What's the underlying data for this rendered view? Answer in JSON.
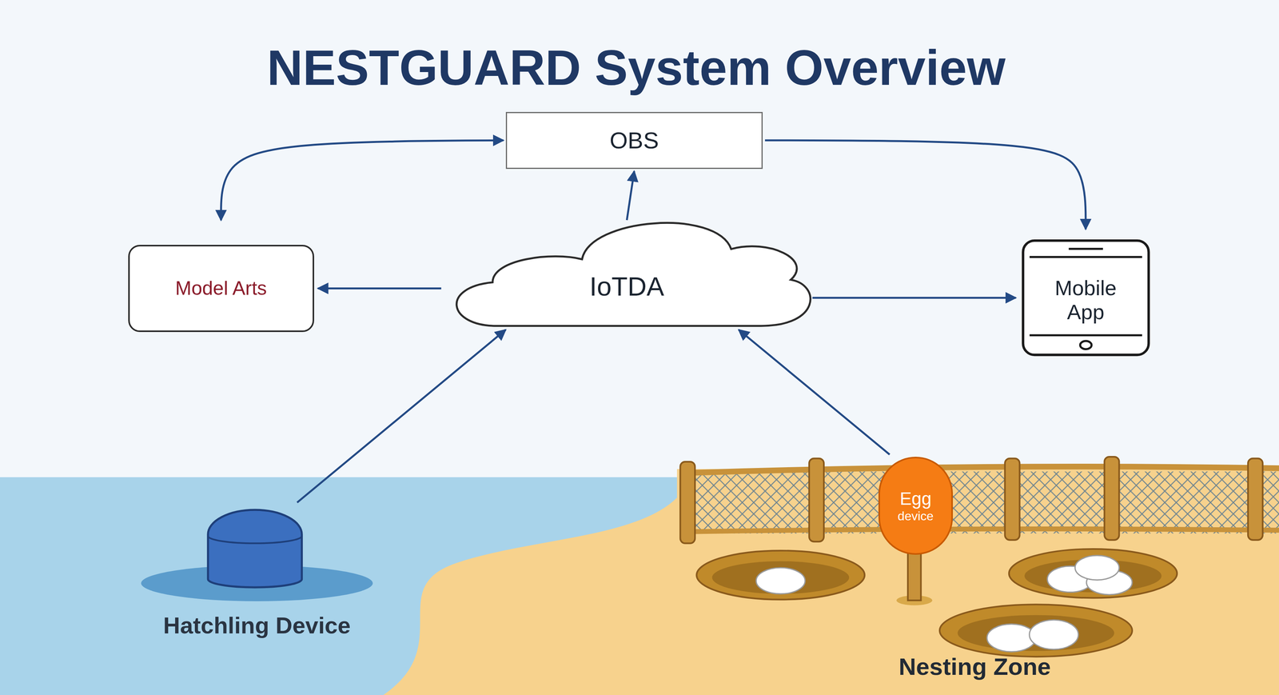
{
  "diagram": {
    "title": "NESTGUARD System Overview",
    "nodes": [
      {
        "text": [
          "OBS"
        ]
      },
      {
        "text": [
          "Model Arts"
        ]
      },
      {
        "text": [
          "IoTDA"
        ]
      },
      {
        "text": [
          "Mobile App"
        ]
      },
      {
        "text": [
          "Hatchling Device"
        ]
      },
      {
        "text": [
          "Egg",
          "device"
        ]
      }
    ],
    "edges": [
      {
        "from": 2,
        "to": 0,
        "arrow": "to"
      },
      {
        "from": 0,
        "to": 1,
        "arrow": "both"
      },
      {
        "from": 0,
        "to": 3,
        "arrow": "to"
      },
      {
        "from": 2,
        "to": 1,
        "arrow": "to"
      },
      {
        "from": 2,
        "to": 3,
        "arrow": "to"
      },
      {
        "from": 4,
        "to": 2,
        "arrow": "to"
      },
      {
        "from": 5,
        "to": 2,
        "arrow": "to"
      }
    ],
    "labels": [
      "Nesting Zone"
    ]
  }
}
